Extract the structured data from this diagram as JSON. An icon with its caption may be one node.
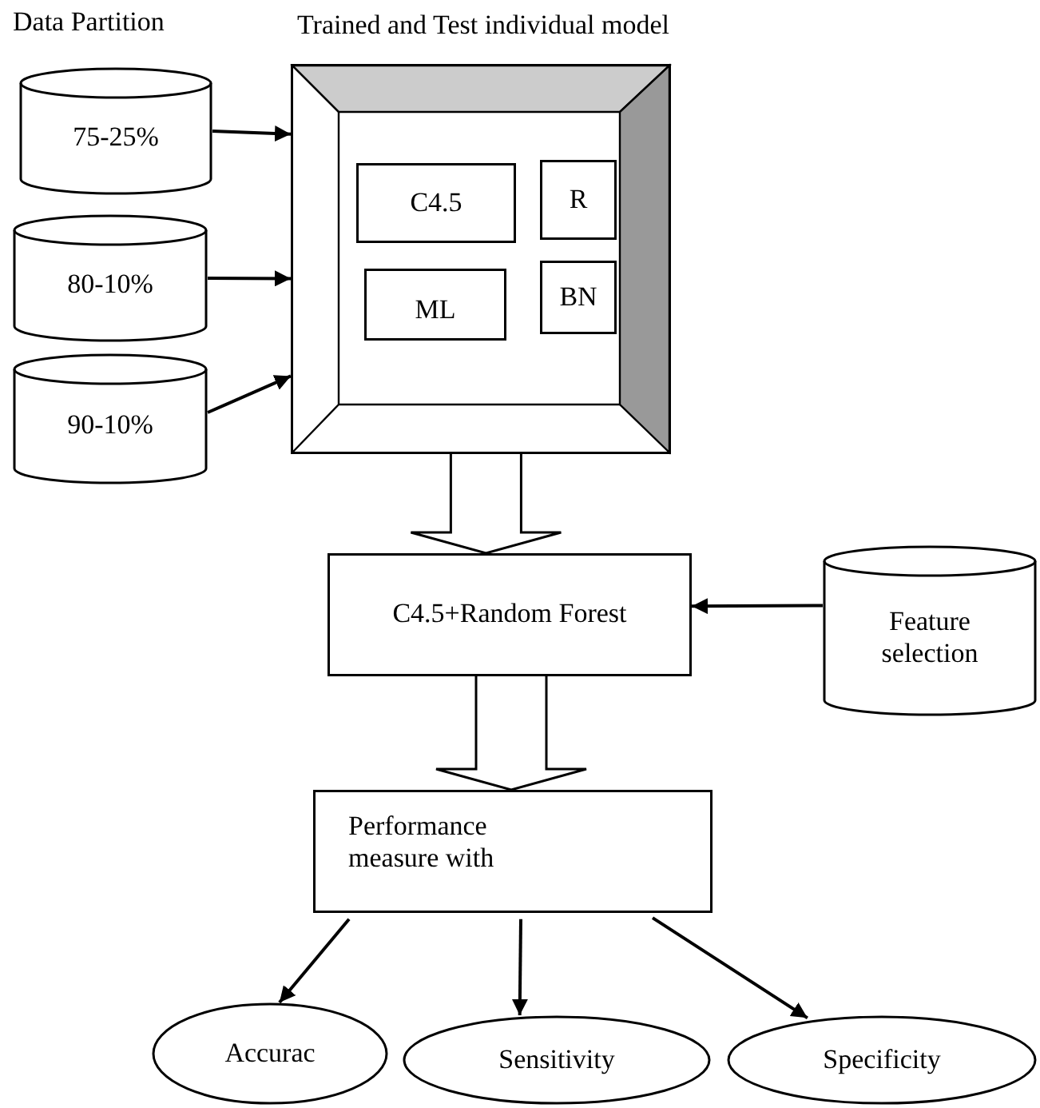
{
  "diagram": {
    "nodes": [
      {
        "text": [
          "75-25%"
        ]
      },
      {
        "text": [
          "80-10%"
        ]
      },
      {
        "text": [
          "90-10%"
        ]
      },
      {
        "text": [
          "Trained and Test individual model"
        ]
      },
      {
        "text": [
          "C4.5"
        ],
        "in": 3
      },
      {
        "text": [
          "R"
        ],
        "in": 3
      },
      {
        "text": [
          "ML"
        ],
        "in": 3
      },
      {
        "text": [
          "BN"
        ],
        "in": 3
      },
      {
        "text": [
          "C4.5+Random Forest"
        ]
      },
      {
        "text": [
          "Feature selection"
        ]
      },
      {
        "text": [
          "Performance measure with"
        ]
      },
      {
        "text": [
          "Accurac"
        ]
      },
      {
        "text": [
          "Sensitivity"
        ]
      },
      {
        "text": [
          "Specificity"
        ]
      }
    ],
    "edges": [
      {
        "from": 0,
        "to": 3,
        "arrow": "to"
      },
      {
        "from": 1,
        "to": 3,
        "arrow": "to"
      },
      {
        "from": 2,
        "to": 3,
        "arrow": "to"
      },
      {
        "from": 3,
        "to": 8,
        "arrow": "to",
        "style": "thick"
      },
      {
        "from": 9,
        "to": 8,
        "arrow": "to"
      },
      {
        "from": 8,
        "to": 10,
        "arrow": "to",
        "style": "thick"
      },
      {
        "from": 10,
        "to": 11,
        "arrow": "to"
      },
      {
        "from": 10,
        "to": 12,
        "arrow": "to"
      },
      {
        "from": 10,
        "to": 13,
        "arrow": "to"
      }
    ],
    "labels": [
      "Data Partition"
    ]
  }
}
